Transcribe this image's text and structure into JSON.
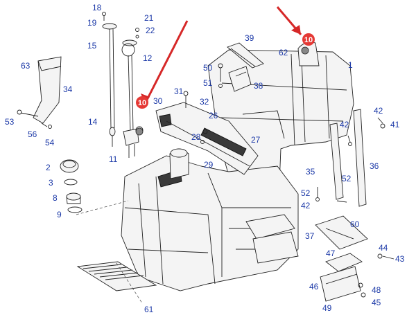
{
  "labels": {
    "p18": "18",
    "p19": "19",
    "p15": "15",
    "p21": "21",
    "p22": "22",
    "p12": "12",
    "p63": "63",
    "p34": "34",
    "p53": "53",
    "p56": "56",
    "p54": "54",
    "p14": "14",
    "p11": "11",
    "p30": "30",
    "p31": "31",
    "p32": "32",
    "p28": "28",
    "p26": "26",
    "p27": "27",
    "p29": "29",
    "p39": "39",
    "p62": "62",
    "p50": "50",
    "p51": "51",
    "p38": "38",
    "p1": "1",
    "p42a": "42",
    "p41": "41",
    "p42b": "42",
    "p35": "35",
    "p52a": "52",
    "p36": "36",
    "p52b": "52",
    "p42c": "42",
    "p2": "2",
    "p3": "3",
    "p8": "8",
    "p9": "9",
    "p37": "37",
    "p60": "60",
    "p47": "47",
    "p44": "44",
    "p43": "43",
    "p46": "46",
    "p48": "48",
    "p49": "49",
    "p45": "45",
    "p61": "61"
  },
  "callouts": {
    "c1": "10",
    "c2": "10"
  },
  "colors": {
    "label": "#1d3aa8",
    "callout": "#e53935",
    "arrow": "#d62828"
  }
}
